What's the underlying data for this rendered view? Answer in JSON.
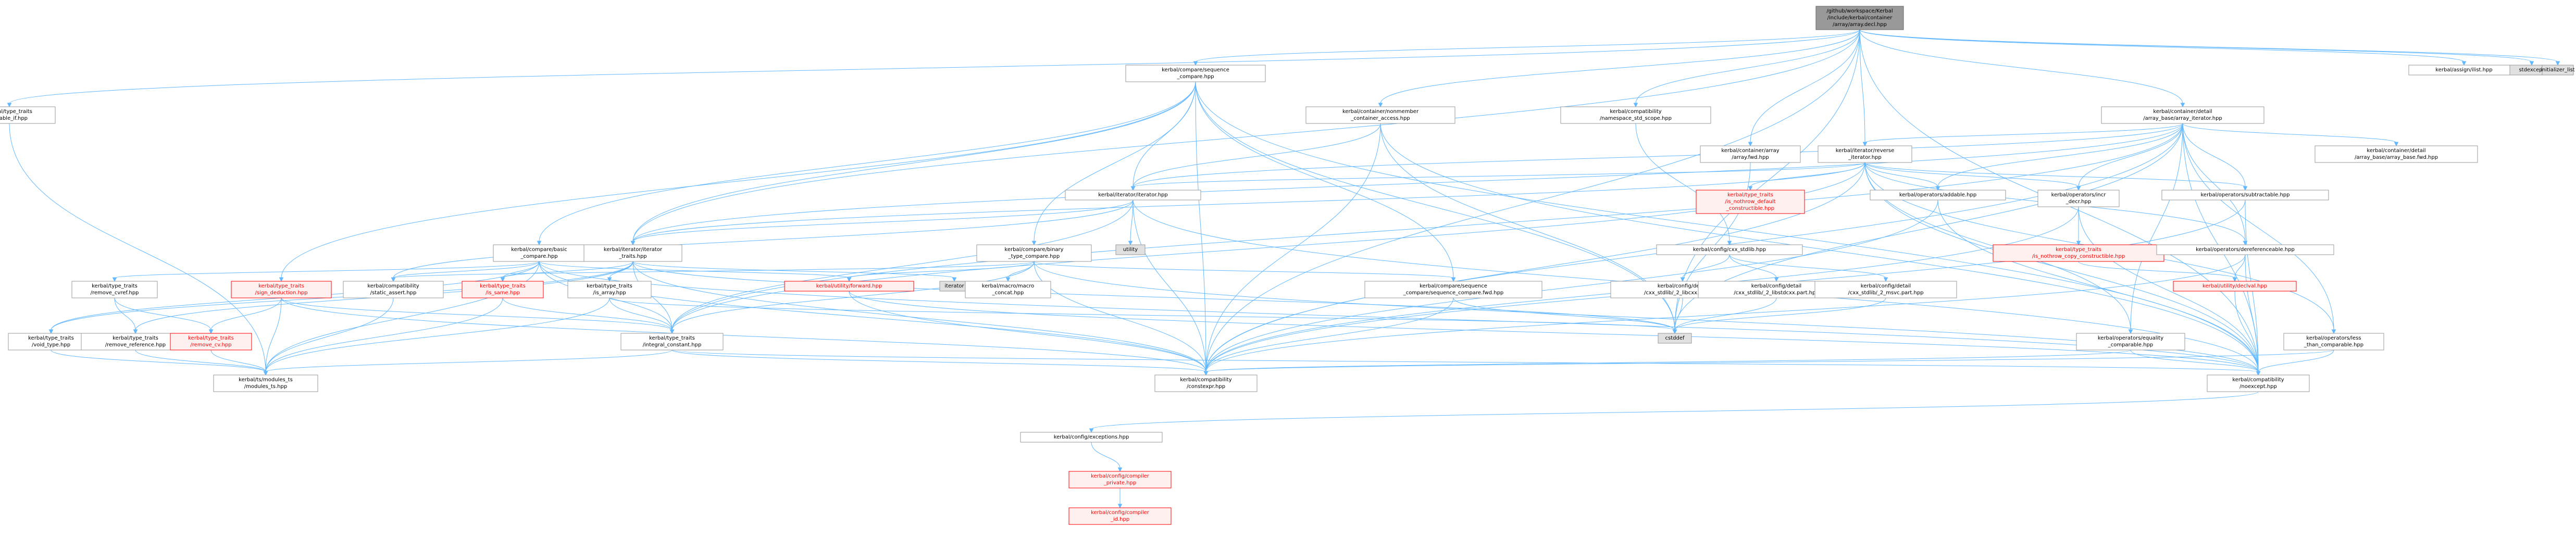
{
  "colors": {
    "edge": "#63b8ff",
    "node_fill": "#ffffff",
    "node_border": "#999999",
    "root_fill": "#999999",
    "root_border": "#666666",
    "system_fill": "#e0e0e0",
    "system_border": "#999999",
    "missing_fill": "#fff0f0",
    "missing_border": "#ff0000",
    "missing_text": "#ff0000"
  },
  "nodes": [
    {
      "id": "root",
      "lines": [
        "/github/workspace/Kerbal",
        "/include/kerbal/container",
        "/array/array.decl.hpp"
      ],
      "kind": "root"
    },
    {
      "id": "enable_if",
      "lines": [
        "kerbal/type_traits",
        "/enable_if.hpp"
      ],
      "kind": "normal"
    },
    {
      "id": "seq_compare",
      "lines": [
        "kerbal/compare/sequence",
        "_compare.hpp"
      ],
      "kind": "normal"
    },
    {
      "id": "nonmember",
      "lines": [
        "kerbal/container/nonmember",
        "_container_access.hpp"
      ],
      "kind": "normal"
    },
    {
      "id": "ns_std_scope",
      "lines": [
        "kerbal/compatibility",
        "/namespace_std_scope.hpp"
      ],
      "kind": "normal"
    },
    {
      "id": "array_base",
      "lines": [
        "kerbal/container/detail",
        "/array_base/array_iterator.hpp"
      ],
      "kind": "normal"
    },
    {
      "id": "assign_list",
      "lines": [
        "kerbal/assign/ilist.hpp"
      ],
      "kind": "normal"
    },
    {
      "id": "stdexcept",
      "lines": [
        "stdexcept"
      ],
      "kind": "system"
    },
    {
      "id": "initializer_list",
      "lines": [
        "initializer_list"
      ],
      "kind": "system"
    },
    {
      "id": "array_fwd",
      "lines": [
        "kerbal/container/array",
        "/array.fwd.hpp"
      ],
      "kind": "normal"
    },
    {
      "id": "reverse_iter",
      "lines": [
        "kerbal/iterator/reverse",
        "_iterator.hpp"
      ],
      "kind": "normal"
    },
    {
      "id": "array_base_fwd",
      "lines": [
        "kerbal/container/detail",
        "/array_base/array_base.fwd.hpp"
      ],
      "kind": "normal"
    },
    {
      "id": "iterator",
      "lines": [
        "kerbal/iterator/iterator.hpp"
      ],
      "kind": "normal"
    },
    {
      "id": "nothrow_default",
      "lines": [
        "kerbal/type_traits",
        "/is_nothrow_default",
        "_constructible.hpp"
      ],
      "kind": "missing"
    },
    {
      "id": "addable",
      "lines": [
        "kerbal/operators/addable.hpp"
      ],
      "kind": "normal"
    },
    {
      "id": "incr_decr",
      "lines": [
        "kerbal/operators/incr",
        "_decr.hpp"
      ],
      "kind": "normal"
    },
    {
      "id": "subtractable",
      "lines": [
        "kerbal/operators/subtractable.hpp"
      ],
      "kind": "normal"
    },
    {
      "id": "utility",
      "lines": [
        "utility"
      ],
      "kind": "system"
    },
    {
      "id": "basic_compare",
      "lines": [
        "kerbal/compare/basic",
        "_compare.hpp"
      ],
      "kind": "normal"
    },
    {
      "id": "iterator_traits",
      "lines": [
        "kerbal/iterator/iterator",
        "_traits.hpp"
      ],
      "kind": "normal"
    },
    {
      "id": "binary_type_compare",
      "lines": [
        "kerbal/compare/binary",
        "_type_compare.hpp"
      ],
      "kind": "normal"
    },
    {
      "id": "cxx_stdlib",
      "lines": [
        "kerbal/config/cxx_stdlib.hpp"
      ],
      "kind": "normal"
    },
    {
      "id": "nothrow_copy",
      "lines": [
        "kerbal/type_traits",
        "/is_nothrow_copy_constructible.hpp"
      ],
      "kind": "missing"
    },
    {
      "id": "dereferenceable",
      "lines": [
        "kerbal/operators/dereferenceable.hpp"
      ],
      "kind": "normal"
    },
    {
      "id": "remove_cvref",
      "lines": [
        "kerbal/type_traits",
        "/remove_cvref.hpp"
      ],
      "kind": "normal"
    },
    {
      "id": "sign_deduction",
      "lines": [
        "kerbal/type_traits",
        "/sign_deduction.hpp"
      ],
      "kind": "missing"
    },
    {
      "id": "static_assert",
      "lines": [
        "kerbal/compatibility",
        "/static_assert.hpp"
      ],
      "kind": "normal"
    },
    {
      "id": "is_same",
      "lines": [
        "kerbal/type_traits",
        "/is_same.hpp"
      ],
      "kind": "missing"
    },
    {
      "id": "is_array",
      "lines": [
        "kerbal/type_traits",
        "/is_array.hpp"
      ],
      "kind": "normal"
    },
    {
      "id": "utility_forward",
      "lines": [
        "kerbal/utility/forward.hpp"
      ],
      "kind": "missing"
    },
    {
      "id": "iterator_sys",
      "lines": [
        "iterator"
      ],
      "kind": "system"
    },
    {
      "id": "macro_concat",
      "lines": [
        "kerbal/macro/macro",
        "_concat.hpp"
      ],
      "kind": "normal"
    },
    {
      "id": "seq_compare_fwd",
      "lines": [
        "kerbal/compare/sequence",
        "_compare/sequence_compare.fwd.hpp"
      ],
      "kind": "normal"
    },
    {
      "id": "libcxx_part",
      "lines": [
        "kerbal/config/detail",
        "/cxx_stdlib/_2_libcxx.part.hpp"
      ],
      "kind": "normal"
    },
    {
      "id": "libstdcxx_part",
      "lines": [
        "kerbal/config/detail",
        "/cxx_stdlib/_2_libstdcxx.part.hpp"
      ],
      "kind": "normal"
    },
    {
      "id": "msvc_part",
      "lines": [
        "kerbal/config/detail",
        "/cxx_stdlib/_2_msvc.part.hpp"
      ],
      "kind": "normal"
    },
    {
      "id": "utility_declval",
      "lines": [
        "kerbal/utility/declval.hpp"
      ],
      "kind": "missing"
    },
    {
      "id": "void_type",
      "lines": [
        "kerbal/type_traits",
        "/void_type.hpp"
      ],
      "kind": "normal"
    },
    {
      "id": "remove_reference",
      "lines": [
        "kerbal/type_traits",
        "/remove_reference.hpp"
      ],
      "kind": "normal"
    },
    {
      "id": "remove_cv",
      "lines": [
        "kerbal/type_traits",
        "/remove_cv.hpp"
      ],
      "kind": "missing"
    },
    {
      "id": "integral_constant",
      "lines": [
        "kerbal/type_traits",
        "/integral_constant.hpp"
      ],
      "kind": "normal"
    },
    {
      "id": "cstddef",
      "lines": [
        "cstddef"
      ],
      "kind": "system"
    },
    {
      "id": "equality_comparable",
      "lines": [
        "kerbal/operators/equality",
        "_comparable.hpp"
      ],
      "kind": "normal"
    },
    {
      "id": "less_than_comparable",
      "lines": [
        "kerbal/operators/less",
        "_than_comparable.hpp"
      ],
      "kind": "normal"
    },
    {
      "id": "modules_ts",
      "lines": [
        "kerbal/ts/modules_ts",
        "/modules_ts.hpp"
      ],
      "kind": "normal"
    },
    {
      "id": "constexpr",
      "lines": [
        "kerbal/compatibility",
        "/constexpr.hpp"
      ],
      "kind": "normal"
    },
    {
      "id": "noexcept",
      "lines": [
        "kerbal/compatibility",
        "/noexcept.hpp"
      ],
      "kind": "normal"
    },
    {
      "id": "exceptions",
      "lines": [
        "kerbal/config/exceptions.hpp"
      ],
      "kind": "normal"
    },
    {
      "id": "compiler_private",
      "lines": [
        "kerbal/config/compiler",
        "_private.hpp"
      ],
      "kind": "missing"
    },
    {
      "id": "compiler_id",
      "lines": [
        "kerbal/config/compiler",
        "_id.hpp"
      ],
      "kind": "missing"
    }
  ],
  "edges": [
    [
      "root",
      "enable_if"
    ],
    [
      "root",
      "seq_compare"
    ],
    [
      "root",
      "nonmember"
    ],
    [
      "root",
      "ns_std_scope"
    ],
    [
      "root",
      "array_base"
    ],
    [
      "root",
      "assign_list"
    ],
    [
      "root",
      "stdexcept"
    ],
    [
      "root",
      "initializer_list"
    ],
    [
      "root",
      "array_fwd"
    ],
    [
      "root",
      "reverse_iter"
    ],
    [
      "root",
      "cstddef"
    ],
    [
      "root",
      "noexcept"
    ],
    [
      "root",
      "constexpr"
    ],
    [
      "root",
      "iterator_traits"
    ],
    [
      "enable_if",
      "modules_ts"
    ],
    [
      "seq_compare",
      "binary_type_compare"
    ],
    [
      "seq_compare",
      "basic_compare"
    ],
    [
      "seq_compare",
      "iterator"
    ],
    [
      "seq_compare",
      "iterator_traits"
    ],
    [
      "seq_compare",
      "seq_compare_fwd"
    ],
    [
      "seq_compare",
      "constexpr"
    ],
    [
      "seq_compare",
      "noexcept"
    ],
    [
      "seq_compare",
      "cstddef"
    ],
    [
      "seq_compare",
      "sign_deduction"
    ],
    [
      "nonmember",
      "iterator"
    ],
    [
      "nonmember",
      "constexpr"
    ],
    [
      "nonmember",
      "noexcept"
    ],
    [
      "nonmember",
      "cstddef"
    ],
    [
      "ns_std_scope",
      "cxx_stdlib"
    ],
    [
      "array_base",
      "reverse_iter"
    ],
    [
      "array_base",
      "array_base_fwd"
    ],
    [
      "array_base",
      "addable"
    ],
    [
      "array_base",
      "incr_decr"
    ],
    [
      "array_base",
      "subtractable"
    ],
    [
      "array_base",
      "dereferenceable"
    ],
    [
      "array_base",
      "equality_comparable"
    ],
    [
      "array_base",
      "less_than_comparable"
    ],
    [
      "array_base",
      "iterator"
    ],
    [
      "array_base",
      "iterator_traits"
    ],
    [
      "array_base",
      "constexpr"
    ],
    [
      "array_base",
      "noexcept"
    ],
    [
      "array_base",
      "cstddef"
    ],
    [
      "array_base",
      "integral_constant"
    ],
    [
      "array_fwd",
      "cstddef"
    ],
    [
      "reverse_iter",
      "iterator"
    ],
    [
      "reverse_iter",
      "nothrow_default"
    ],
    [
      "reverse_iter",
      "addable"
    ],
    [
      "reverse_iter",
      "incr_decr"
    ],
    [
      "reverse_iter",
      "subtractable"
    ],
    [
      "reverse_iter",
      "dereferenceable"
    ],
    [
      "reverse_iter",
      "equality_comparable"
    ],
    [
      "reverse_iter",
      "less_than_comparable"
    ],
    [
      "reverse_iter",
      "constexpr"
    ],
    [
      "reverse_iter",
      "noexcept"
    ],
    [
      "reverse_iter",
      "integral_constant"
    ],
    [
      "reverse_iter",
      "iterator_traits"
    ],
    [
      "iterator",
      "utility"
    ],
    [
      "iterator",
      "iterator_traits"
    ],
    [
      "iterator",
      "constexpr"
    ],
    [
      "iterator",
      "noexcept"
    ],
    [
      "iterator",
      "integral_constant"
    ],
    [
      "iterator",
      "static_assert"
    ],
    [
      "addable",
      "constexpr"
    ],
    [
      "addable",
      "noexcept"
    ],
    [
      "incr_decr",
      "nothrow_copy"
    ],
    [
      "incr_decr",
      "constexpr"
    ],
    [
      "incr_decr",
      "noexcept"
    ],
    [
      "subtractable",
      "constexpr"
    ],
    [
      "subtractable",
      "noexcept"
    ],
    [
      "basic_compare",
      "static_assert"
    ],
    [
      "basic_compare",
      "constexpr"
    ],
    [
      "basic_compare",
      "noexcept"
    ],
    [
      "basic_compare",
      "is_same"
    ],
    [
      "basic_compare",
      "remove_cvref"
    ],
    [
      "basic_compare",
      "void_type"
    ],
    [
      "basic_compare",
      "integral_constant"
    ],
    [
      "basic_compare",
      "utility_forward"
    ],
    [
      "basic_compare",
      "modules_ts"
    ],
    [
      "iterator_traits",
      "iterator_sys"
    ],
    [
      "iterator_traits",
      "is_same"
    ],
    [
      "iterator_traits",
      "is_array"
    ],
    [
      "iterator_traits",
      "integral_constant"
    ],
    [
      "iterator_traits",
      "void_type"
    ],
    [
      "iterator_traits",
      "remove_reference"
    ],
    [
      "iterator_traits",
      "constexpr"
    ],
    [
      "iterator_traits",
      "cstddef"
    ],
    [
      "binary_type_compare",
      "macro_concat"
    ],
    [
      "binary_type_compare",
      "constexpr"
    ],
    [
      "binary_type_compare",
      "noexcept"
    ],
    [
      "binary_type_compare",
      "utility_forward"
    ],
    [
      "binary_type_compare",
      "static_assert"
    ],
    [
      "binary_type_compare",
      "integral_constant"
    ],
    [
      "binary_type_compare",
      "seq_compare_fwd"
    ],
    [
      "cxx_stdlib",
      "libcxx_part"
    ],
    [
      "cxx_stdlib",
      "libstdcxx_part"
    ],
    [
      "cxx_stdlib",
      "msvc_part"
    ],
    [
      "nothrow_copy",
      "utility_declval"
    ],
    [
      "dereferenceable",
      "constexpr"
    ],
    [
      "dereferenceable",
      "noexcept"
    ],
    [
      "dereferenceable",
      "utility_declval"
    ],
    [
      "remove_cvref",
      "remove_reference"
    ],
    [
      "remove_cvref",
      "remove_cv"
    ],
    [
      "sign_deduction",
      "remove_cv"
    ],
    [
      "sign_deduction",
      "modules_ts"
    ],
    [
      "sign_deduction",
      "integral_constant"
    ],
    [
      "sign_deduction",
      "constexpr"
    ],
    [
      "static_assert",
      "modules_ts"
    ],
    [
      "is_same",
      "integral_constant"
    ],
    [
      "is_same",
      "modules_ts"
    ],
    [
      "is_array",
      "integral_constant"
    ],
    [
      "is_array",
      "cstddef"
    ],
    [
      "is_array",
      "modules_ts"
    ],
    [
      "utility_forward",
      "constexpr"
    ],
    [
      "utility_forward",
      "noexcept"
    ],
    [
      "seq_compare_fwd",
      "cstddef"
    ],
    [
      "seq_compare_fwd",
      "constexpr"
    ],
    [
      "libcxx_part",
      "cstddef"
    ],
    [
      "libstdcxx_part",
      "cstddef"
    ],
    [
      "msvc_part",
      "cstddef"
    ],
    [
      "utility_declval",
      "noexcept"
    ],
    [
      "void_type",
      "modules_ts"
    ],
    [
      "remove_reference",
      "modules_ts"
    ],
    [
      "remove_cv",
      "modules_ts"
    ],
    [
      "integral_constant",
      "constexpr"
    ],
    [
      "integral_constant",
      "noexcept"
    ],
    [
      "integral_constant",
      "modules_ts"
    ],
    [
      "equality_comparable",
      "constexpr"
    ],
    [
      "equality_comparable",
      "noexcept"
    ],
    [
      "less_than_comparable",
      "constexpr"
    ],
    [
      "less_than_comparable",
      "noexcept"
    ],
    [
      "noexcept",
      "exceptions"
    ],
    [
      "exceptions",
      "compiler_private"
    ],
    [
      "compiler_private",
      "compiler_id"
    ]
  ]
}
